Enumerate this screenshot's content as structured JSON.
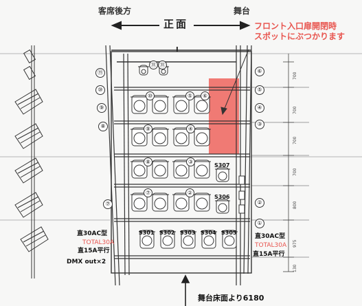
{
  "header": {
    "left": "客席後方",
    "right": "舞台",
    "center": "正面"
  },
  "note": {
    "line1": "フロント入口扉開閉時",
    "line2": "スポットにぶつかります"
  },
  "frame_top_label": "I",
  "left_labels": {
    "ac_type": "直30AC型",
    "ac_total": "TOTAL30A",
    "flat15": "直15A平行",
    "dmx": "DMX out×2"
  },
  "right_labels": {
    "ac_type": "直30AC型",
    "ac_total": "TOTAL30A",
    "flat15": "直15A平行"
  },
  "floor_label": "舞台床面より6180",
  "dimensions": [
    "700",
    "700",
    "700",
    "700",
    "800",
    "975",
    "130"
  ],
  "row_circles_left": [
    "⑪",
    "⑩",
    "⑨",
    "⑧",
    "⑦"
  ],
  "row_circles_right": [
    "⑥",
    "⑤",
    "④",
    "③",
    "②",
    "①"
  ],
  "fixture_row1": [
    "⑪",
    "⑪"
  ],
  "fixture_row2": [
    "⑩",
    "⑤",
    "⑥"
  ],
  "fixture_row3": [
    "⑨",
    "④"
  ],
  "fixture_row4": [
    "⑧",
    "③",
    "S307"
  ],
  "fixture_row5": [
    "⑦",
    "②",
    "S306"
  ],
  "fixture_row6": [
    "S301",
    "S302",
    "S303",
    "S304",
    "S305"
  ],
  "colors": {
    "red_zone": "#ee6b66",
    "red_text": "#e8554f"
  }
}
